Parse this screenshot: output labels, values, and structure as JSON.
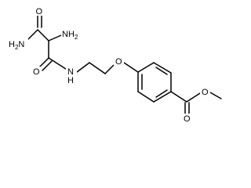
{
  "structure": {
    "atoms": {
      "amine": {
        "main": "NH",
        "sub": "2"
      },
      "amide_n_terminal": {
        "main": "H",
        "sub": "2",
        "tail": "N"
      },
      "amide_o_upper": "O",
      "amide_o_lower": "O",
      "amide_nh": {
        "main": "N",
        "h": "H"
      },
      "ether_o": "O",
      "ester_o_carbonyl": "O",
      "ester_o_methoxy": "O"
    }
  },
  "colors": {
    "bond": "#000000",
    "text": "#000000",
    "background": "#ffffff"
  }
}
